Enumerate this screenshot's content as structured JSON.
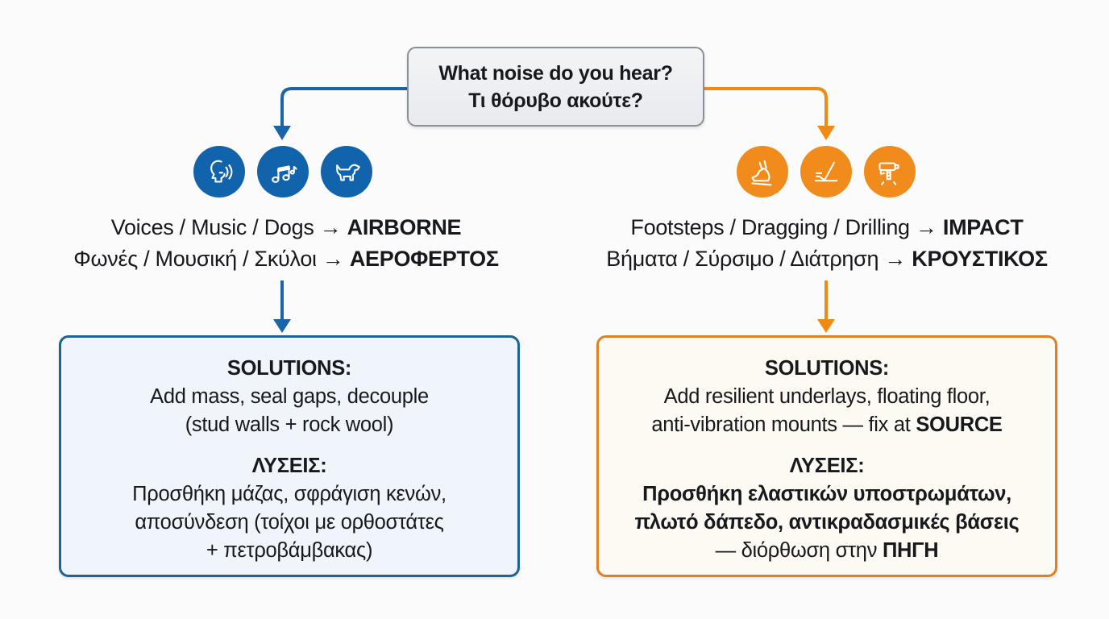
{
  "colors": {
    "page_bg": "#fbfbfc",
    "text": "#17191d",
    "blue": "#1163ab",
    "blue_line": "#1b64a8",
    "blue_border": "#1d6394",
    "blue_bg": "#f0f5fb",
    "orange": "#f18b1c",
    "orange_line": "#ef8a12",
    "orange_border": "#dd8126",
    "orange_bg": "#fdf9f3",
    "title_border": "#8a9097",
    "title_bg": "#eef0f3"
  },
  "title": {
    "line_en": "What noise do you hear?",
    "line_gr": "Τι θόρυβο ακούτε?"
  },
  "branches": {
    "airborne": {
      "icons": [
        "speaking-person-icon",
        "music-notes-icon",
        "dog-icon"
      ],
      "label_en_prefix": "Voices / Music / Dogs → ",
      "label_en_bold": "AIRBORNE",
      "label_gr_prefix": "Φωνές / Μουσική / Σκύλοι → ",
      "label_gr_bold": "ΑΕΡΟΦΕΡΤΟΣ",
      "solutions": {
        "heading_en": "SOLUTIONS:",
        "en_line1": "Add mass, seal gaps, decouple",
        "en_line2": "(stud walls + rock wool)",
        "heading_gr": "ΛΥΣΕΙΣ:",
        "gr_line1": "Προσθήκη μάζας, σφράγιση κενών,",
        "gr_line2": "αποσύνδεση (τοίχοι με ορθοστάτες",
        "gr_line3": "+ πετροβάμβακας)"
      }
    },
    "impact": {
      "icons": [
        "footstep-icon",
        "dragging-icon",
        "drill-icon"
      ],
      "label_en_prefix": "Footsteps / Dragging / Drilling → ",
      "label_en_bold": "IMPACT",
      "label_gr_prefix": "Βήματα / Σύρσιμο / Διάτρηση → ",
      "label_gr_bold": "ΚΡΟΥΣΤΙΚΟΣ",
      "solutions": {
        "heading_en": "SOLUTIONS:",
        "en_line1": "Add resilient underlays, floating floor,",
        "en_line2_prefix": "anti-vibration mounts — fix at ",
        "en_line2_bold": "SOURCE",
        "heading_gr": "ΛΥΣΕΙΣ:",
        "gr_line1": "Προσθήκη ελαστικών υποστρωμάτων,",
        "gr_line2": "πλωτό δάπεδο, αντικραδασμικές βάσεις",
        "gr_line3_prefix": "— διόρθωση στην ",
        "gr_line3_bold": "ΠΗΓΗ"
      }
    }
  }
}
